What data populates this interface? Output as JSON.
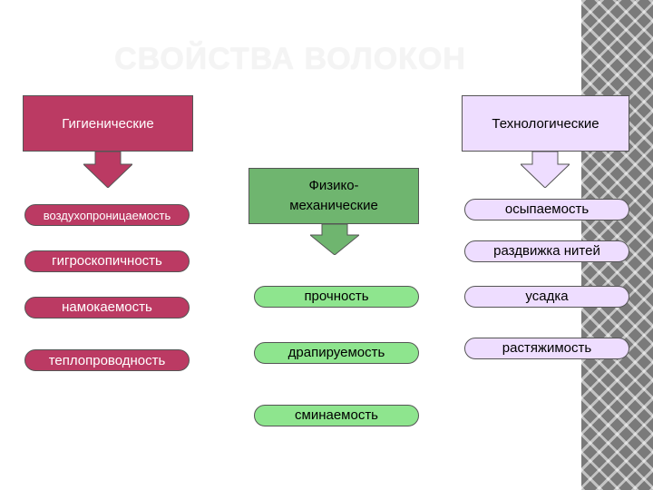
{
  "title": "СВОЙСТВА ВОЛОКОН",
  "groups": {
    "hygienic": {
      "label": "Гигиенические",
      "items": [
        "воздухопроницаемость",
        "гигроскопичность",
        "намокаемость",
        "теплопроводность"
      ]
    },
    "mechanical": {
      "label": "Физико-механические",
      "items": [
        "прочность",
        "драпируемость",
        "сминаемость"
      ]
    },
    "technological": {
      "label": "Технологические",
      "items": [
        "осыпаемость",
        "раздвижка нитей",
        "усадка",
        "растяжимость"
      ]
    }
  },
  "colors": {
    "hygienic": "#bb3a63",
    "mechanical_box": "#6fb56f",
    "mechanical_items": "#8ee58e",
    "technological": "#eeddff"
  }
}
